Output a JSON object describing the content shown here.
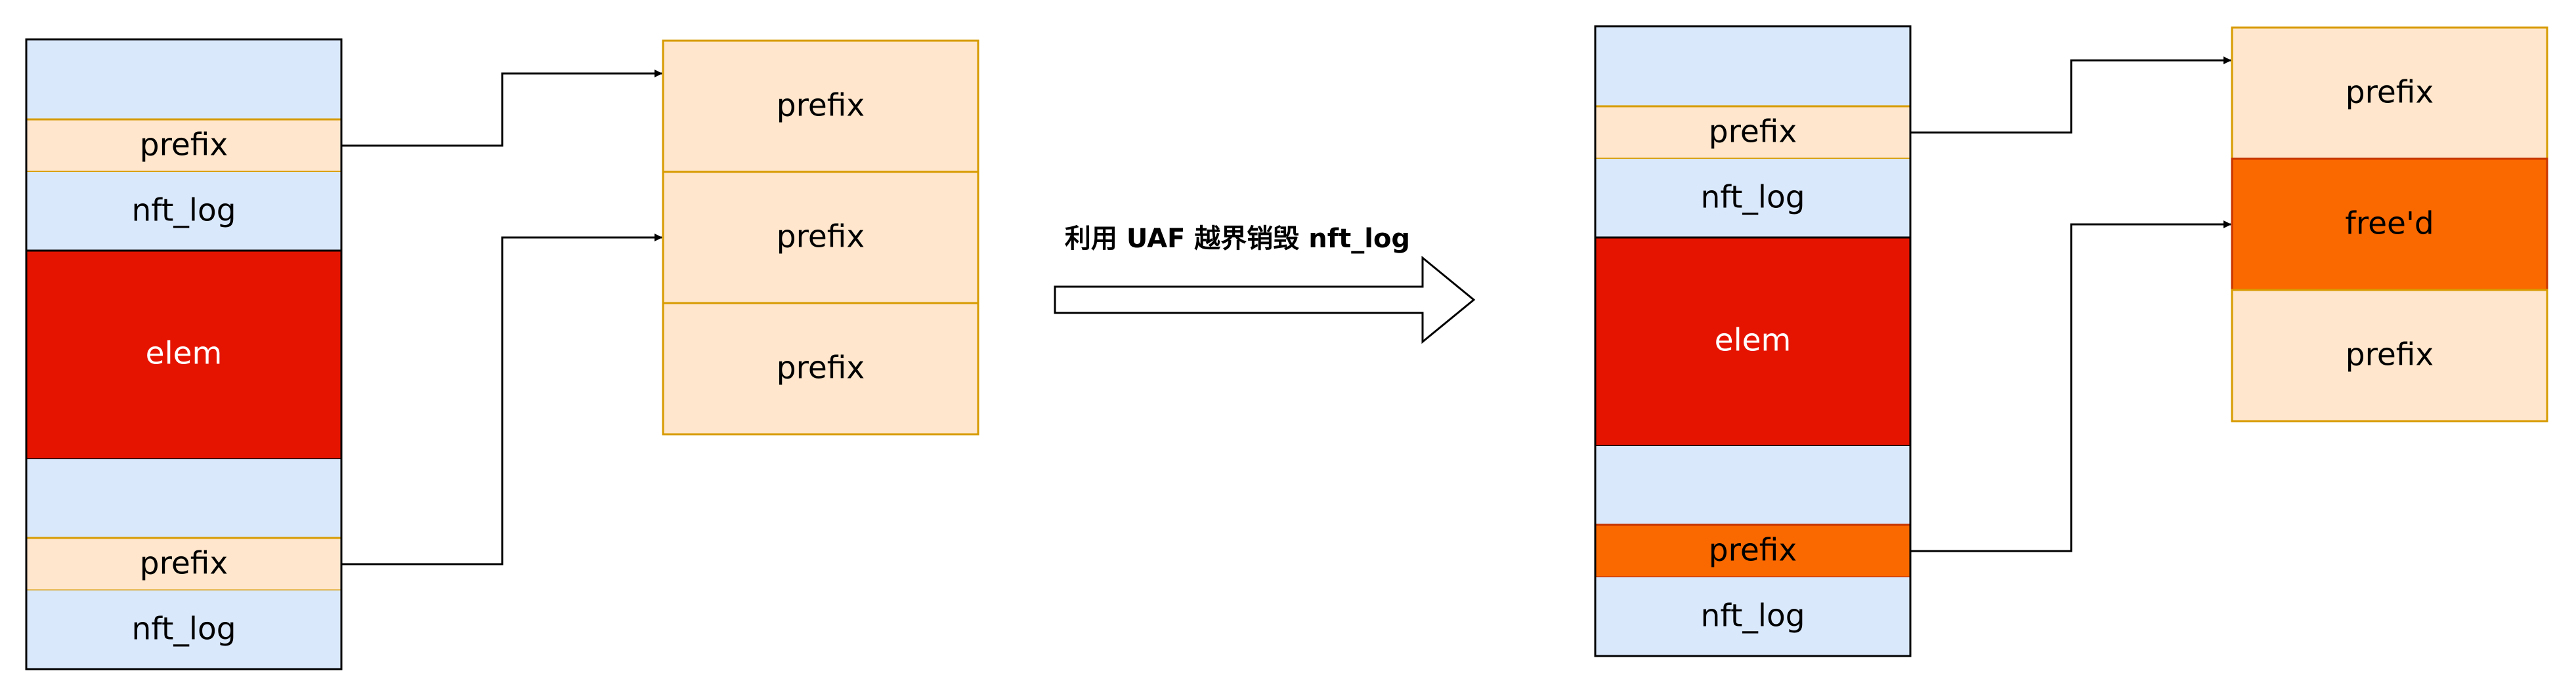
{
  "colors": {
    "blue_cell": "#dae8fc",
    "prefix_cell": "#ffe6cc",
    "prefix_border": "#d79b00",
    "elem": "#e51400",
    "freed": "#fa6800",
    "freed_border": "#c73500",
    "line": "#000000"
  },
  "left": {
    "column": [
      "",
      "prefix",
      "nft_log",
      "elem",
      "",
      "prefix",
      "nft_log"
    ],
    "slab": [
      "prefix",
      "prefix",
      "prefix"
    ]
  },
  "transition": {
    "caption": "利用 UAF 越界销毁 nft_log"
  },
  "right": {
    "column": [
      "",
      "prefix",
      "nft_log",
      "elem",
      "",
      "prefix",
      "nft_log"
    ],
    "slab": [
      "prefix",
      "free'd",
      "prefix"
    ]
  }
}
